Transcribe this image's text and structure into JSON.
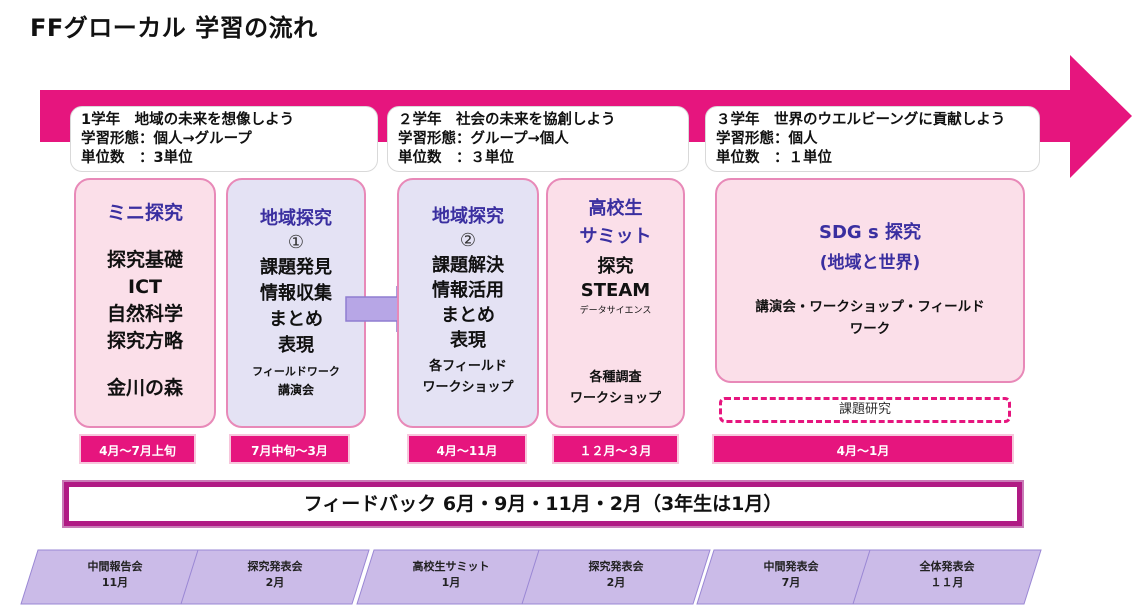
{
  "title": "FFグローカル 学習の流れ",
  "colors": {
    "arrow": "#e6157e",
    "feedback_border": "#b01a84",
    "card_title": "#3a2fa0",
    "event_fill": "#cbbbe8"
  },
  "years": [
    {
      "line1": "1学年　地域の未来を想像しよう",
      "line2": "学習形態：個人→グループ",
      "line3": "単位数　：3単位"
    },
    {
      "line1": "２学年　社会の未来を協創しよう",
      "line2": "学習形態：グループ→個人",
      "line3": "単位数　：３単位"
    },
    {
      "line1": "３学年　世界のウエルビーングに貢献しよう",
      "line2": "学習形態：個人",
      "line3": "単位数　：１単位"
    }
  ],
  "cards": {
    "mini": {
      "title": "ミニ探究",
      "items": [
        "探究基礎",
        "ICT",
        "自然科学",
        "探究方略",
        "金川の森"
      ]
    },
    "chiiki1": {
      "title": "地域探究",
      "num": "①",
      "items": [
        "課題発見",
        "情報収集",
        "まとめ",
        "表現"
      ],
      "sub1": "フィールドワーク",
      "sub2": "講演会"
    },
    "chiiki2": {
      "title": "地域探究",
      "num": "②",
      "items": [
        "課題解決",
        "情報活用",
        "まとめ",
        "表現"
      ],
      "sub1": "各フィールド",
      "sub2": "ワークショップ"
    },
    "summit": {
      "title1": "高校生",
      "title2": "サミット",
      "item1": "探究",
      "item2": "STEAM",
      "small": "データサイエンス",
      "sub1": "各種調査",
      "sub2": "ワークショップ"
    },
    "sdgs": {
      "title1": "SDG s 探究",
      "title2": "(地域と世界)",
      "body1": "講演会・ワークショップ・フィールド",
      "body2": "ワーク"
    }
  },
  "research": "課題研究",
  "periods": [
    "4月～7月上旬",
    "7月中旬～3月",
    "4月～11月",
    "１２月～３月",
    "4月～1月"
  ],
  "feedback": "フィードバック 6月・9月・11月・2月（3年生は1月）",
  "events": [
    {
      "name": "中間報告会",
      "month": "11月"
    },
    {
      "name": "探究発表会",
      "month": "2月"
    },
    {
      "name": "高校生サミット",
      "month": "1月"
    },
    {
      "name": "探究発表会",
      "month": "2月"
    },
    {
      "name": "中間発表会",
      "month": "7月"
    },
    {
      "name": "全体発表会",
      "month": "１１月"
    }
  ]
}
